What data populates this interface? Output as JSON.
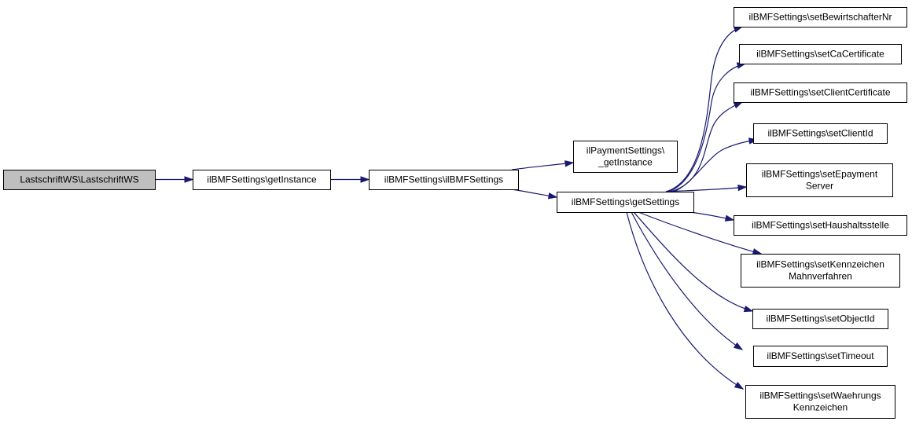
{
  "colors": {
    "edge": "#191970",
    "node_fill": "#ffffff",
    "root_fill": "#bfbfbf",
    "node_stroke": "#000000"
  },
  "nodes": {
    "root": {
      "lines": [
        "LastschriftWS\\LastschriftWS"
      ]
    },
    "get_instance": {
      "lines": [
        "ilBMFSettings\\getInstance"
      ]
    },
    "constructor": {
      "lines": [
        "ilBMFSettings\\ilBMFSettings"
      ]
    },
    "payment_get_instance": {
      "lines": [
        "ilPaymentSettings\\",
        "_getInstance"
      ]
    },
    "get_settings": {
      "lines": [
        "ilBMFSettings\\getSettings"
      ]
    },
    "set_bewirtschafter_nr": {
      "lines": [
        "ilBMFSettings\\setBewirtschafterNr"
      ]
    },
    "set_ca_certificate": {
      "lines": [
        "ilBMFSettings\\setCaCertificate"
      ]
    },
    "set_client_certificate": {
      "lines": [
        "ilBMFSettings\\setClientCertificate"
      ]
    },
    "set_client_id": {
      "lines": [
        "ilBMFSettings\\setClientId"
      ]
    },
    "set_epayment_server": {
      "lines": [
        "ilBMFSettings\\setEpayment",
        "Server"
      ]
    },
    "set_haushaltsstelle": {
      "lines": [
        "ilBMFSettings\\setHaushaltsstelle"
      ]
    },
    "set_kennzeichen_mahnverfahren": {
      "lines": [
        "ilBMFSettings\\setKennzeichen",
        "Mahnverfahren"
      ]
    },
    "set_object_id": {
      "lines": [
        "ilBMFSettings\\setObjectId"
      ]
    },
    "set_timeout": {
      "lines": [
        "ilBMFSettings\\setTimeout"
      ]
    },
    "set_waehrungs_kennzeichen": {
      "lines": [
        "ilBMFSettings\\setWaehrungs",
        "Kennzeichen"
      ]
    }
  },
  "edges": [
    {
      "from": "root",
      "to": "get_instance"
    },
    {
      "from": "get_instance",
      "to": "constructor"
    },
    {
      "from": "constructor",
      "to": "payment_get_instance"
    },
    {
      "from": "constructor",
      "to": "get_settings"
    },
    {
      "from": "get_settings",
      "to": "set_bewirtschafter_nr"
    },
    {
      "from": "get_settings",
      "to": "set_ca_certificate"
    },
    {
      "from": "get_settings",
      "to": "set_client_certificate"
    },
    {
      "from": "get_settings",
      "to": "set_client_id"
    },
    {
      "from": "get_settings",
      "to": "set_epayment_server"
    },
    {
      "from": "get_settings",
      "to": "set_haushaltsstelle"
    },
    {
      "from": "get_settings",
      "to": "set_kennzeichen_mahnverfahren"
    },
    {
      "from": "get_settings",
      "to": "set_object_id"
    },
    {
      "from": "get_settings",
      "to": "set_timeout"
    },
    {
      "from": "get_settings",
      "to": "set_waehrungs_kennzeichen"
    }
  ]
}
